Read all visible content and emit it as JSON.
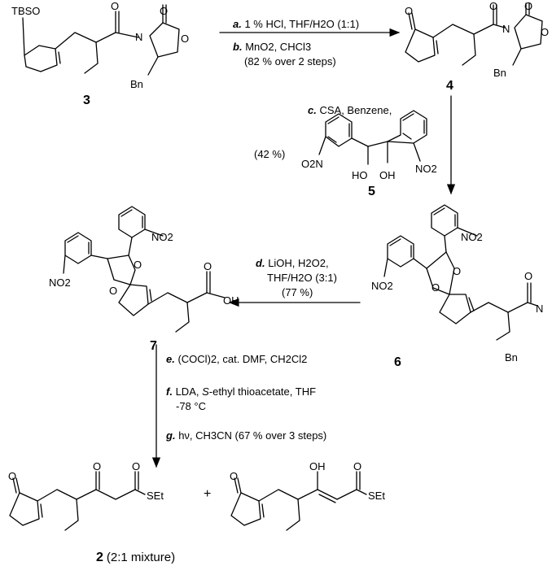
{
  "compounds": {
    "c3": "3",
    "c4": "4",
    "c5": "5",
    "c6": "6",
    "c7": "7",
    "c2": "2",
    "c2_note": "(2:1 mixture)"
  },
  "atoms": {
    "tbso": "TBSO",
    "o": "O",
    "n": "N",
    "bn": "Bn",
    "oh": "OH",
    "ho": "HO",
    "no2": "NO2",
    "o2n": "O2N",
    "set": "SEt",
    "plus": "+"
  },
  "conditions": {
    "a_key": "a.",
    "a_text": "1 % HCl, THF/H2O (1:1)",
    "b_key": "b.",
    "b_text": "MnO2, CHCl3",
    "b_yield": "(82 % over 2 steps)",
    "c_key": "c.",
    "c_text": "CSA, Benzene,",
    "c_yield": "(42 %)",
    "d_key": "d.",
    "d_text": "LiOH, H2O2,",
    "d_text2": "THF/H2O (3:1)",
    "d_yield": "(77 %)",
    "e_key": "e.",
    "e_text": "(COCl)2, cat. DMF, CH2Cl2",
    "f_key": "f.",
    "f_text_a": "LDA, ",
    "f_text_s": "S",
    "f_text_b": "-ethyl thioacetate, THF",
    "f_text2": "-78 °C",
    "g_key": "g.",
    "g_text": "hν, CH3CN  (67 % over 3 steps)"
  }
}
